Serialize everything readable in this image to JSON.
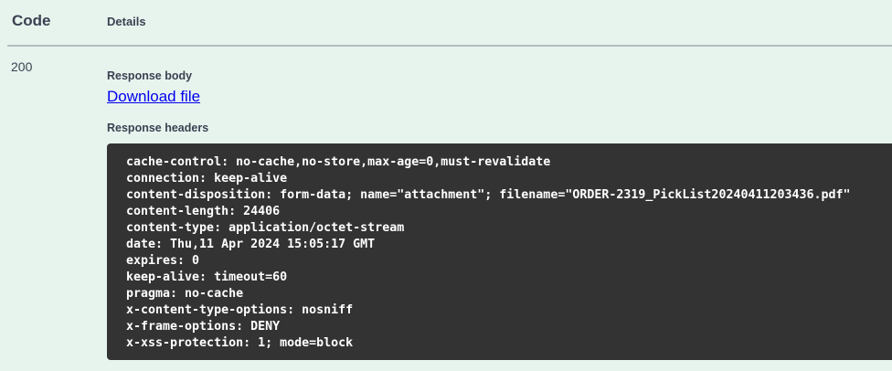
{
  "table": {
    "code_header": "Code",
    "details_header": "Details"
  },
  "response": {
    "code": "200",
    "body_label": "Response body",
    "download_label": "Download file",
    "headers_label": "Response headers",
    "headers": [
      "cache-control: no-cache,no-store,max-age=0,must-revalidate",
      "connection: keep-alive",
      "content-disposition: form-data; name=\"attachment\"; filename=\"ORDER-2319_PickList20240411203436.pdf\"",
      "content-length: 24406",
      "content-type: application/octet-stream",
      "date: Thu,11 Apr 2024 15:05:17 GMT",
      "expires: 0",
      "keep-alive: timeout=60",
      "pragma: no-cache",
      "x-content-type-options: nosniff",
      "x-frame-options: DENY",
      "x-xss-protection: 1; mode=block"
    ]
  },
  "colors": {
    "page_background": "#e7f4ee",
    "heading_text": "#3b4151",
    "link_blue": "#0000ee",
    "code_block_background": "#333333",
    "code_block_text": "#ffffff",
    "divider": "#a9b5b0"
  }
}
